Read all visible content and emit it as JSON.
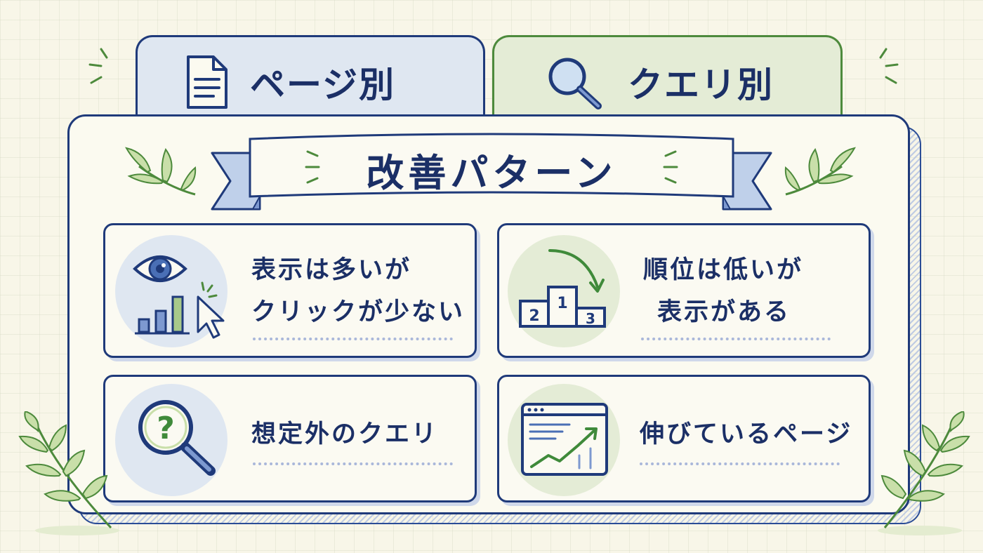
{
  "tabs": [
    {
      "label": "ページ別",
      "icon": "document-icon"
    },
    {
      "label": "クエリ別",
      "icon": "magnifier-icon"
    }
  ],
  "banner": {
    "title": "改善パターン"
  },
  "cards": [
    {
      "lines": [
        "表示は多いが",
        "クリックが少ない"
      ],
      "icon": "eye-chart-cursor-icon"
    },
    {
      "lines": [
        "順位は低いが",
        "表示がある"
      ],
      "icon": "podium-icon",
      "podium": [
        "1",
        "2",
        "3"
      ]
    },
    {
      "lines": [
        "想定外のクエリ"
      ],
      "icon": "question-magnifier-icon",
      "glyph": "?"
    },
    {
      "lines": [
        "伸びているページ"
      ],
      "icon": "growth-chart-window-icon"
    }
  ],
  "colors": {
    "navy": "#1f3a7a",
    "text": "#1b2f66",
    "green": "#4d8a3c",
    "blue_fill": "#dfe7f1",
    "green_fill": "#e4ecd6",
    "paper": "#f8f6e8"
  }
}
